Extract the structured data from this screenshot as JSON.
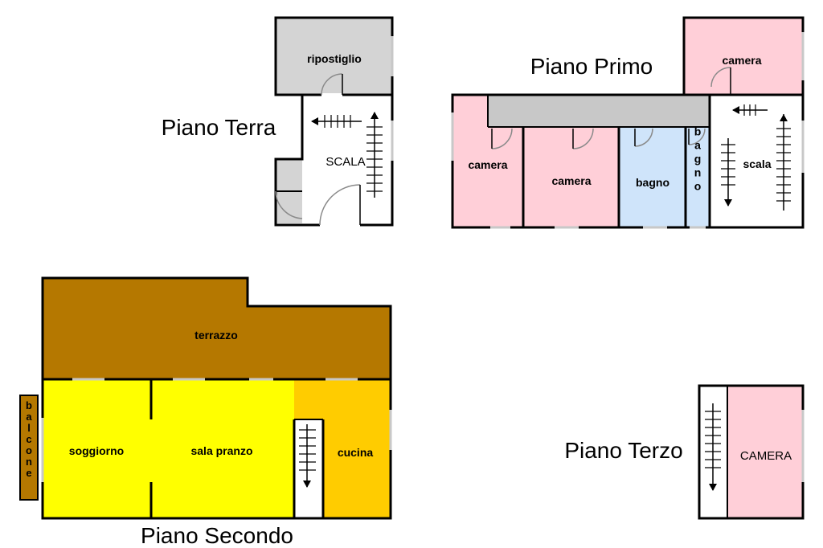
{
  "floors": {
    "terra": {
      "title": "Piano Terra",
      "rooms": {
        "ripostiglio": "ripostiglio",
        "scala": "SCALA"
      }
    },
    "primo": {
      "title": "Piano Primo",
      "rooms": {
        "camera_top": "camera",
        "camera_left": "camera",
        "camera_mid": "camera",
        "bagno": "bagno",
        "bagno_small": "bagno",
        "scala": "scala"
      }
    },
    "secondo": {
      "title": "Piano Secondo",
      "rooms": {
        "terrazzo": "terrazzo",
        "soggiorno": "soggiorno",
        "sala_pranzo": "sala pranzo",
        "cucina": "cucina",
        "balcone": "balcone"
      }
    },
    "terzo": {
      "title": "Piano Terzo",
      "rooms": {
        "camera": "CAMERA"
      }
    }
  },
  "colors": {
    "service": "#d4d4d4",
    "bedroom": "#ffcfd8",
    "bathroom": "#cfe4fa",
    "terrace": "#b57800",
    "living": "#ffff00",
    "kitchen": "#ffcc00",
    "corridor": "#c8c8c8"
  }
}
